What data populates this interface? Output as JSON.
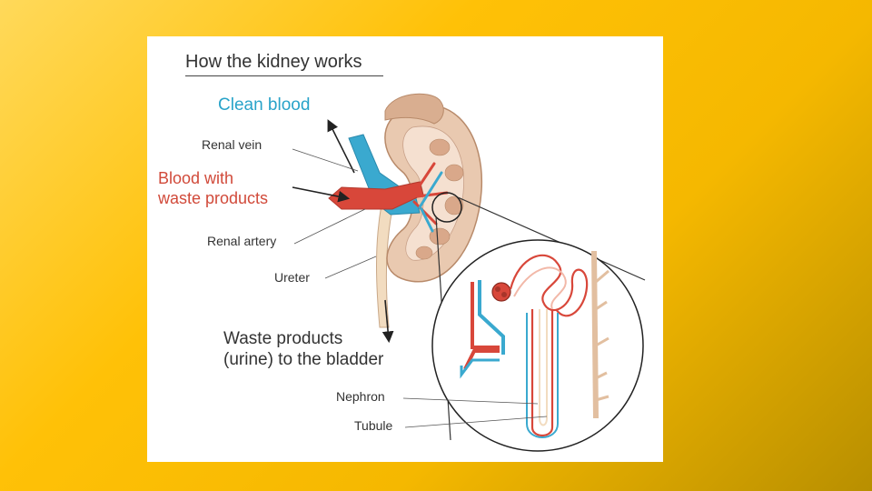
{
  "figure": {
    "title": "How the kidney works",
    "labels": {
      "clean_blood": "Clean blood",
      "renal_vein": "Renal vein",
      "blood_with_waste_line1": "Blood with",
      "blood_with_waste_line2": "waste products",
      "renal_artery": "Renal artery",
      "ureter": "Ureter",
      "waste_line1": "Waste products",
      "waste_line2": "(urine) to the bladder",
      "nephron": "Nephron",
      "tubule": "Tubule"
    },
    "colors": {
      "background_gradient_start": "#ffd95a",
      "background_gradient_end": "#b88f00",
      "clean_blood_text": "#29a3c9",
      "waste_blood_text": "#d14a3a",
      "vein_blue": "#3aa9cf",
      "artery_red": "#d8473a",
      "kidney_tan": "#e9c9b0",
      "ureter_beige": "#f2dcc0"
    }
  }
}
